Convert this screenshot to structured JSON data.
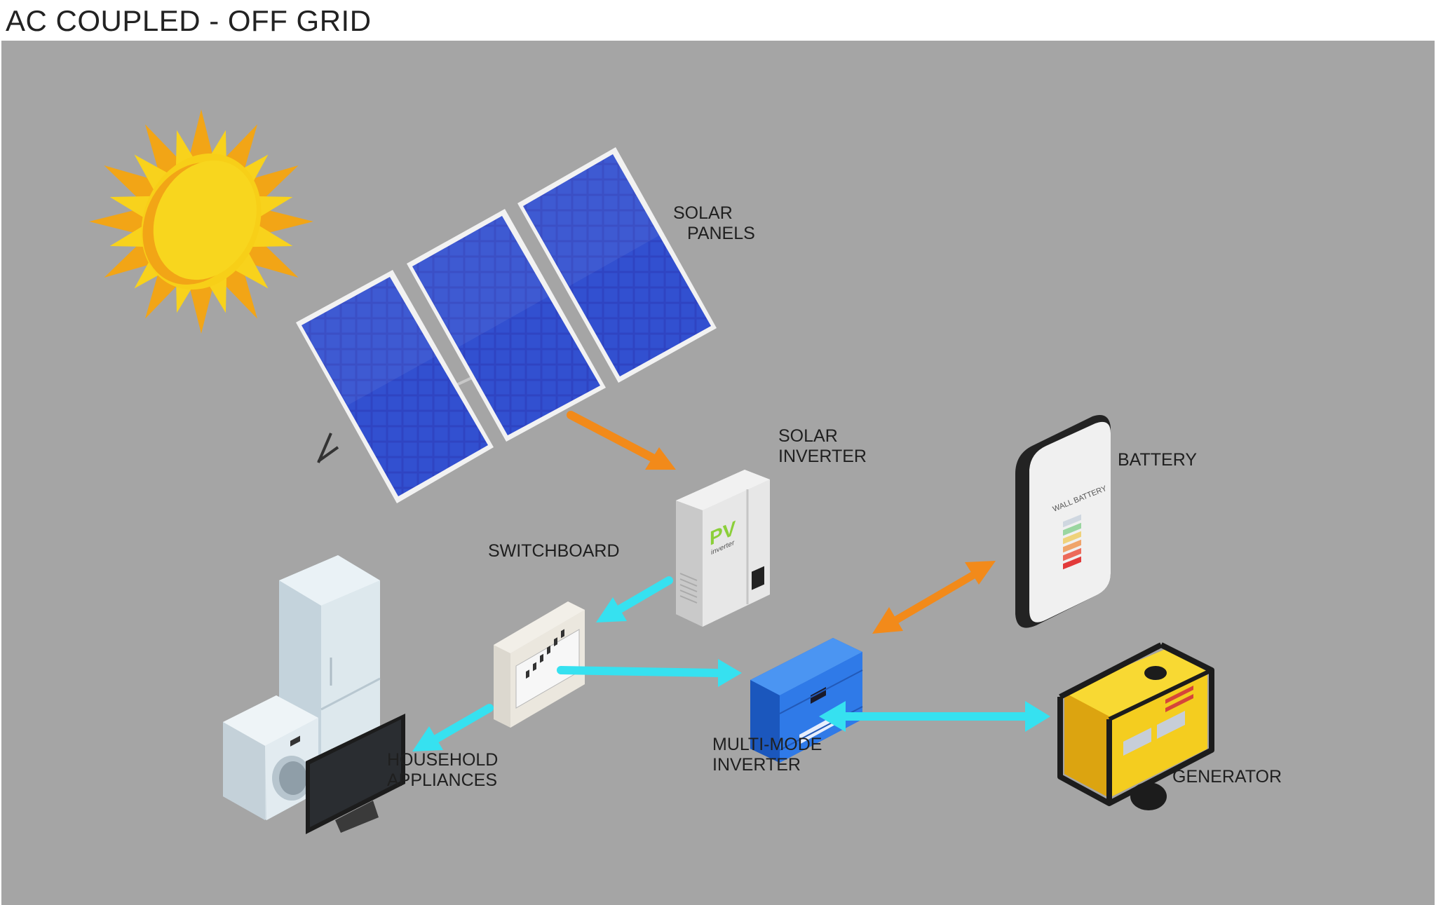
{
  "title": "AC COUPLED - OFF GRID",
  "labels": {
    "solar_panels": [
      "SOLAR",
      "PANELS"
    ],
    "solar_inverter": [
      "SOLAR",
      "INVERTER"
    ],
    "battery": [
      "BATTERY"
    ],
    "switchboard": [
      "SWITCHBOARD"
    ],
    "multi_mode_inverter": [
      "MULTI-MODE",
      "INVERTER"
    ],
    "household_appliances": [
      "HOUSEHOLD",
      "APPLIANCES"
    ],
    "generator": [
      "GENERATOR"
    ]
  },
  "device_text": {
    "pv": "PV",
    "pv_sub": "inverter",
    "wall_battery": "WALL BATTERY"
  },
  "colors": {
    "background": "#a5a5a5",
    "dc_flow": "#f28a1a",
    "ac_flow": "#36e1f0",
    "panel": "#2b3fb5",
    "sun": "#f6c915",
    "inverter_blue": "#2a76e6",
    "generator": "#f4cf1e"
  }
}
